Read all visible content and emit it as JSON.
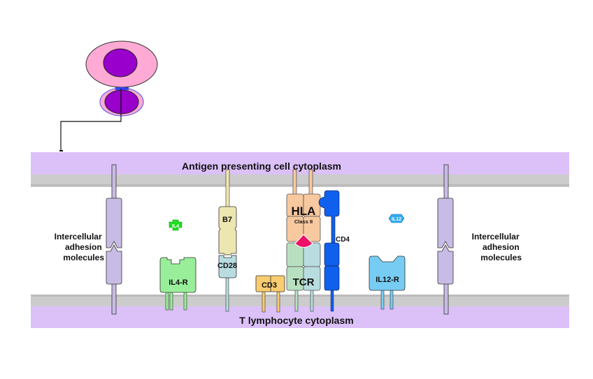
{
  "labels": {
    "apc_cytoplasm": "Antigen presenting cell cytoplasm",
    "t_cytoplasm": "T lymphocyte cytoplasm",
    "adhesion_left": [
      "Intercellular",
      "adhesion",
      "molecules"
    ],
    "adhesion_right": [
      "Intercellular",
      "adhesion",
      "molecules"
    ],
    "il4": "IL4",
    "il4r": "IL4-R",
    "b7": "B7",
    "cd28": "CD28",
    "cd3": "CD3",
    "hla": "HLA",
    "hla_class": "Class II",
    "tcr": "TCR",
    "cd4": "CD4",
    "il12": "IL12",
    "il12r": "IL12-R"
  },
  "colors": {
    "cytoplasm": "#dcc0f8",
    "membrane": "#cccccc",
    "adhesion": "#c8bce6",
    "il4": "#22dd22",
    "il4r": "#99ee99",
    "b7": "#eee6b0",
    "cd28": "#b8dce0",
    "cd3": "#f8cc70",
    "hla": "#f8c89e",
    "peptide": "#ee1166",
    "tcr_left": "#b8e0c0",
    "tcr_right": "#b8dce0",
    "cd4": "#1060ee",
    "il12": "#33aaee",
    "il12r": "#77ccf4",
    "cell_outer": "#ffaad4",
    "nucleus": "#9900cc",
    "synapse": "#3344ee"
  }
}
